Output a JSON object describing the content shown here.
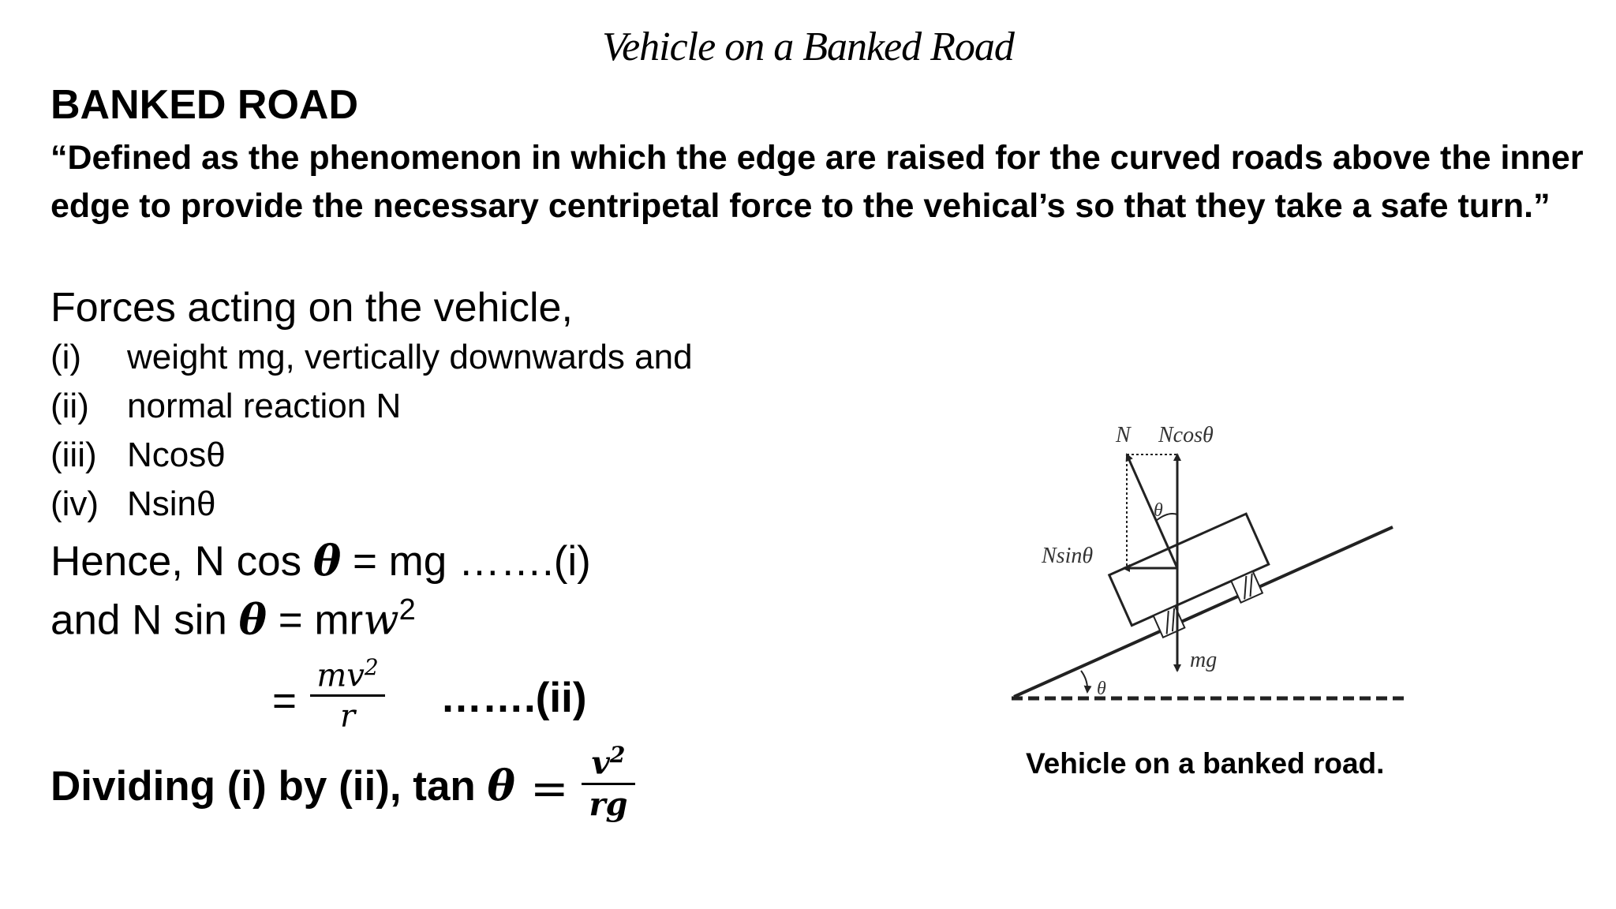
{
  "page": {
    "title": "Vehicle on a Banked Road",
    "heading": "BANKED ROAD",
    "definition": "“Defined as the phenomenon in which the edge are raised for the curved roads above the inner edge to provide the necessary centripetal force to the vehical’s so that they take a safe turn.”"
  },
  "forces": {
    "intro": "Forces acting on the vehicle,",
    "items": [
      {
        "num": "(i)",
        "text": "weight mg, vertically downwards and"
      },
      {
        "num": "(ii)",
        "text": "normal reaction N"
      },
      {
        "num": "(iii)",
        "text": "Ncosθ"
      },
      {
        "num": "(iv)",
        "text": "Nsinθ"
      }
    ]
  },
  "equations": {
    "eq1_prefix": "Hence, N cos ",
    "eq1_theta": "θ",
    "eq1_suffix": " = mg …….(i)",
    "eq2_prefix": "and N sin ",
    "eq2_theta": "θ",
    "eq2_mid": " = mr",
    "eq2_w": "w",
    "eq2_exp": "2",
    "eq3_equals": "=",
    "eq3_num": "mv",
    "eq3_num_exp": "2",
    "eq3_den": "r",
    "eq3_label": "…….(ii)",
    "div_prefix": "Dividing (i) by (ii), tan ",
    "div_theta": "θ",
    "div_equals": "=",
    "div_num": "v",
    "div_num_exp": "2",
    "div_den": "rg"
  },
  "diagram": {
    "label_n": "N",
    "label_ncos": "Ncosθ",
    "label_nsin": "Nsinθ",
    "label_theta_top": "θ",
    "label_mg": "mg",
    "label_theta_bottom": "θ",
    "caption": "Vehicle on a banked road."
  }
}
